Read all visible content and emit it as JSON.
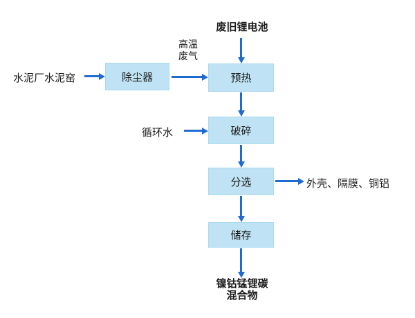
{
  "colors": {
    "background": "#ffffff",
    "box_fill": "#bfe3f4",
    "box_border": "#abdaf0",
    "arrow": "#1e6bd3",
    "text": "#1a1a1a"
  },
  "diagram": {
    "type": "process-flowchart",
    "labels": {
      "battery": "废旧锂电池",
      "cement_kiln": "水泥厂水泥窑",
      "hot_gas_line1": "高温",
      "hot_gas_line2": "废气",
      "circulating_water": "循环水",
      "outputs_sorted": "外壳、隔膜、铜铝",
      "mixture_line1": "镍钴锰锂碳",
      "mixture_line2": "混合物"
    },
    "nodes": {
      "dust_remover": "除尘器",
      "preheat": "预热",
      "crush": "破碎",
      "sort": "分选",
      "store": "储存"
    },
    "edges": [
      {
        "from": "废旧锂电池",
        "to": "预热"
      },
      {
        "from": "水泥厂水泥窑",
        "to": "除尘器"
      },
      {
        "from": "除尘器",
        "to": "预热",
        "label": "高温废气"
      },
      {
        "from": "预热",
        "to": "破碎"
      },
      {
        "from": "循环水",
        "to": "破碎"
      },
      {
        "from": "破碎",
        "to": "分选"
      },
      {
        "from": "分选",
        "to": "外壳、隔膜、铜铝"
      },
      {
        "from": "分选",
        "to": "储存"
      },
      {
        "from": "储存",
        "to": "镍钴锰锂碳混合物"
      }
    ]
  }
}
